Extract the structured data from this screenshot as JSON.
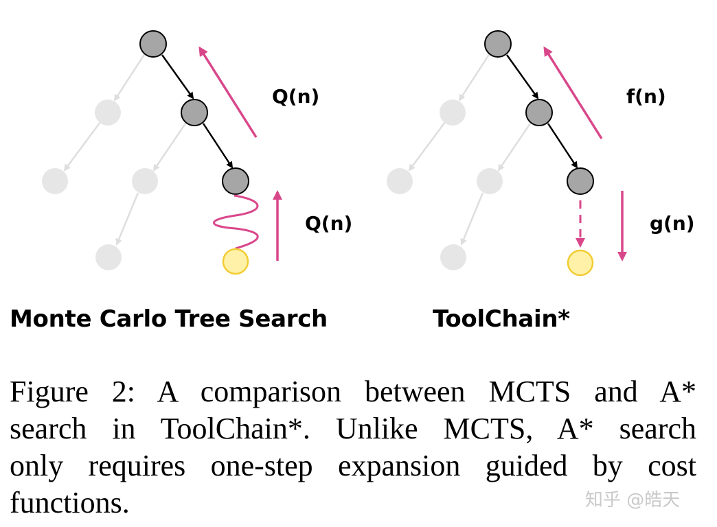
{
  "figure": {
    "left_panel": {
      "title": "Monte Carlo Tree Search",
      "upper_label": "Q(n)",
      "lower_label": "Q(n)"
    },
    "right_panel": {
      "title": "ToolChain*",
      "upper_label": "f(n)",
      "lower_label": "g(n)"
    },
    "colors": {
      "selected_node": "#a6a6a6",
      "faded_node": "#e6e6e6",
      "target_node": "#fff2a8",
      "target_border": "#f2cc33",
      "arrow": "#d9478b"
    }
  },
  "caption": {
    "lines": [
      "Figure 2: A comparison between MCTS and A*",
      "search in ToolChain*. Unlike MCTS, A* search",
      "only requires one-step expansion guided by cost",
      "functions."
    ]
  },
  "watermark": "知乎 @皓天"
}
